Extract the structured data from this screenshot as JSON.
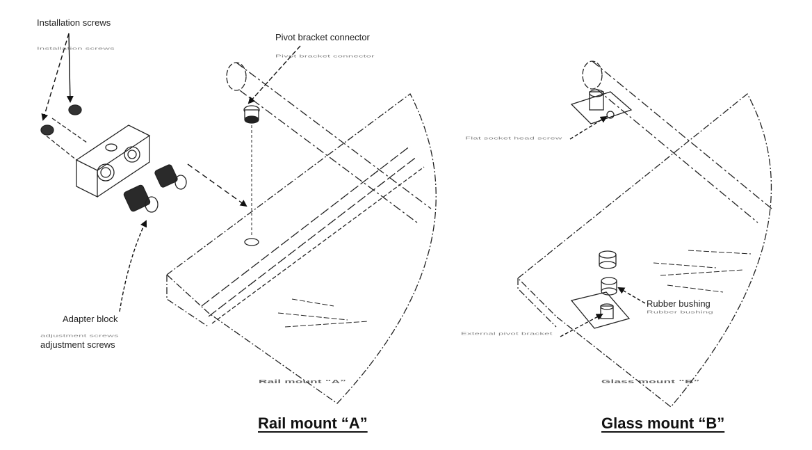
{
  "rail_panel": {
    "labels": {
      "installation_screws": "Installation screws",
      "pivot_bracket_connector": "Pivot bracket connector",
      "adapter_block": "Adapter block",
      "adjustment_screws": "adjustment screws"
    },
    "inner_caption": "Rail mount “A”",
    "caption": "Rail mount “A”"
  },
  "glass_panel": {
    "labels": {
      "flat_socket_head_screw": "Flat socket head screw",
      "rubber_bushing": "Rubber bushing",
      "external_pivot_bracket": "External pivot bracket"
    },
    "inner_caption": "Glass mount “B”",
    "caption": "Glass mount “B”"
  }
}
